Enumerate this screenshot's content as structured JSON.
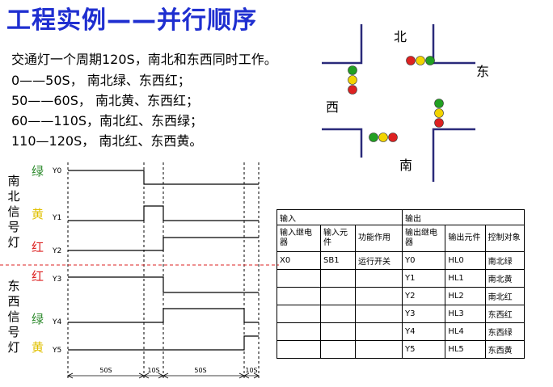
{
  "title": "工程实例——并行顺序",
  "description": [
    "交通灯一个周期120S，南北和东西同时工作。",
    "0——50S，   南北绿、东西红；",
    "50——60S，  南北黄、东西红；",
    "60——110S，南北红、东西绿；",
    "110—120S，  南北红、东西黄。"
  ],
  "intersection": {
    "north": "北",
    "east": "东",
    "west": "西",
    "south": "南"
  },
  "timing": {
    "group_ns": "南北信号灯",
    "group_ew": "东西信号灯",
    "signals": [
      {
        "color_label": "绿",
        "name": "Y0",
        "color": "#2e8b2e"
      },
      {
        "color_label": "黄",
        "name": "Y1",
        "color": "#e0c000"
      },
      {
        "color_label": "红",
        "name": "Y2",
        "color": "#dd2222"
      },
      {
        "color_label": "红",
        "name": "Y3",
        "color": "#dd2222"
      },
      {
        "color_label": "绿",
        "name": "Y4",
        "color": "#2e8b2e"
      },
      {
        "color_label": "黄",
        "name": "Y5",
        "color": "#e0c000"
      }
    ],
    "intervals": [
      "50S",
      "10S",
      "50S",
      "10S"
    ]
  },
  "io_table": {
    "group_headers": [
      "输入",
      "输出"
    ],
    "columns": [
      "输入继电器",
      "输入元件",
      "功能作用",
      "输出继电器",
      "输出元件",
      "控制对象"
    ],
    "rows": [
      [
        "X0",
        "SB1",
        "运行开关",
        "Y0",
        "HL0",
        "南北绿"
      ],
      [
        "",
        "",
        "",
        "Y1",
        "HL1",
        "南北黄"
      ],
      [
        "",
        "",
        "",
        "Y2",
        "HL2",
        "南北红"
      ],
      [
        "",
        "",
        "",
        "Y3",
        "HL3",
        "东西红"
      ],
      [
        "",
        "",
        "",
        "Y4",
        "HL4",
        "东西绿"
      ],
      [
        "",
        "",
        "",
        "Y5",
        "HL5",
        "东西黄"
      ]
    ]
  },
  "colors": {
    "title": "#1f2fd0",
    "road": "#2a2a7a",
    "red": "#dd2222",
    "yellow": "#f2d400",
    "green": "#22a022"
  }
}
